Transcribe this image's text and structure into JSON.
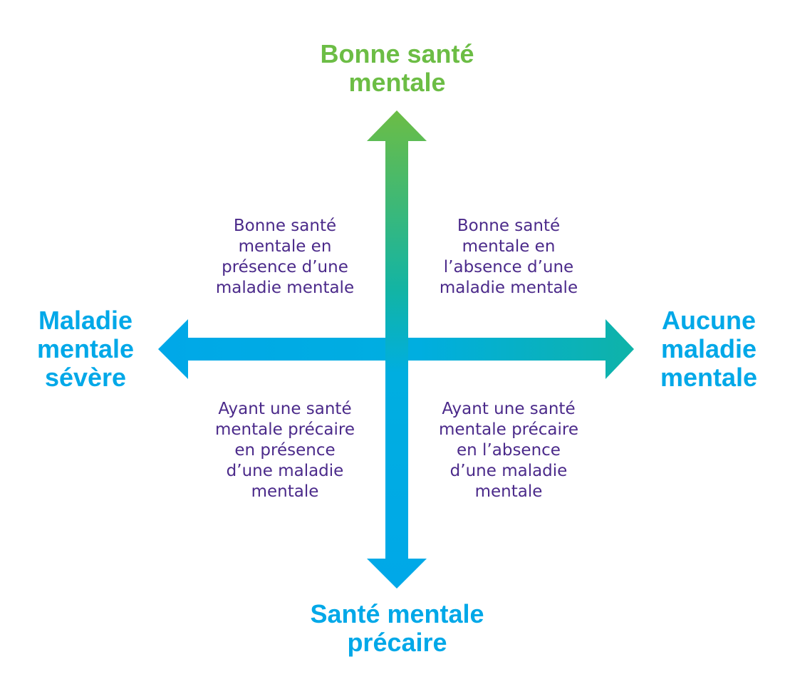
{
  "colors": {
    "green": "#6cbd45",
    "teal": "#0fb3a8",
    "blue": "#00a8e8",
    "purple": "#4b2a8a"
  },
  "axes": {
    "top": "Bonne santé\nmentale",
    "bottom": "Santé mentale\nprécaire",
    "left": "Maladie\nmentale\nsévère",
    "right": "Aucune\nmaladie\nmentale"
  },
  "quadrants": {
    "top_left": "Bonne santé\nmentale en\nprésence d’une\nmaladie mentale",
    "top_right": "Bonne santé\nmentale en\nl’absence d’une\nmaladie mentale",
    "bottom_left": "Ayant une santé\nmentale précaire\nen présence\nd’une maladie\nmentale",
    "bottom_right": "Ayant une santé\nmentale précaire\nen l’absence\nd’une maladie\nmentale"
  }
}
